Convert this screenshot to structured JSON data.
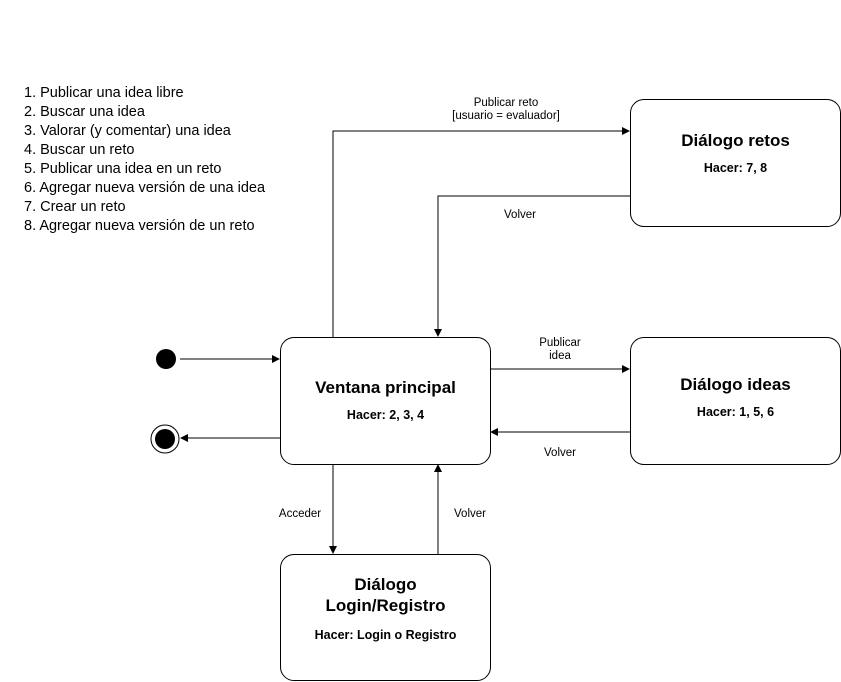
{
  "legend": [
    "1. Publicar una idea libre",
    "2. Buscar una idea",
    "3. Valorar (y comentar) una idea",
    "4. Buscar un reto",
    "5. Publicar una idea en un reto",
    "6. Agregar nueva versión de una idea",
    "7. Crear un reto",
    "8. Agregar nueva versión de un reto"
  ],
  "nodes": {
    "main": {
      "title": "Ventana principal",
      "task": "Hacer: 2, 3, 4"
    },
    "retos": {
      "title": "Diálogo retos",
      "task": "Hacer: 7, 8"
    },
    "ideas": {
      "title": "Diálogo ideas",
      "task": "Hacer: 1, 5, 6"
    },
    "login": {
      "title_line1": "Diálogo",
      "title_line2": "Login/Registro",
      "task": "Hacer: Login o Registro"
    }
  },
  "edges": {
    "publicar_reto_line1": "Publicar reto",
    "publicar_reto_line2": "[usuario = evaluador]",
    "volver_retos": "Volver",
    "publicar_idea_line1": "Publicar",
    "publicar_idea_line2": "idea",
    "volver_ideas": "Volver",
    "acceder": "Acceder",
    "volver_login": "Volver"
  }
}
